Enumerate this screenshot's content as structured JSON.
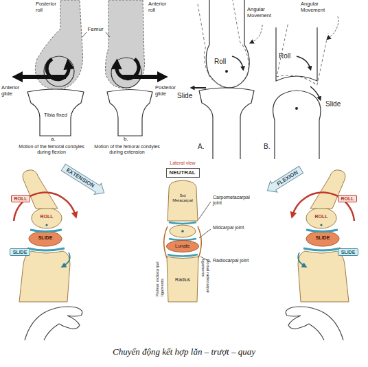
{
  "diagram": {
    "caption": "Chuyển động kết hợp lăn – trượt – quay",
    "nodes": [
      {
        "text": [
          "EXTENSION"
        ]
      },
      {
        "text": [
          "NEUTRAL"
        ]
      },
      {
        "text": [
          "FLEXION"
        ]
      },
      {
        "text": [
          "Lunate"
        ]
      }
    ],
    "labels": [
      "Posterior roll",
      "Anterior roll",
      "Angular Movement",
      "Angular Movement",
      "Femur",
      "Roll",
      "Roll",
      "Anterior glide",
      "Posterior glide",
      "Slide",
      "Slide",
      "Tibia fixed",
      "a.",
      "b.",
      "A.",
      "B.",
      "Motion of the femoral condyles during flexion",
      "Motion of the femoral condyles during extension",
      "Lateral view",
      "3rd Metacarpal",
      "Carpometacarpal joint",
      "ROLL",
      "ROLL",
      "ROLL",
      "ROLL",
      "Midcarpal joint",
      "SLIDE",
      "SLIDE",
      "Dorsal radiocarpal ligaments",
      "Palmar radiocarpal ligaments",
      "SLIDE",
      "SLIDE",
      "Radiocarpal joint",
      "Radius"
    ]
  }
}
